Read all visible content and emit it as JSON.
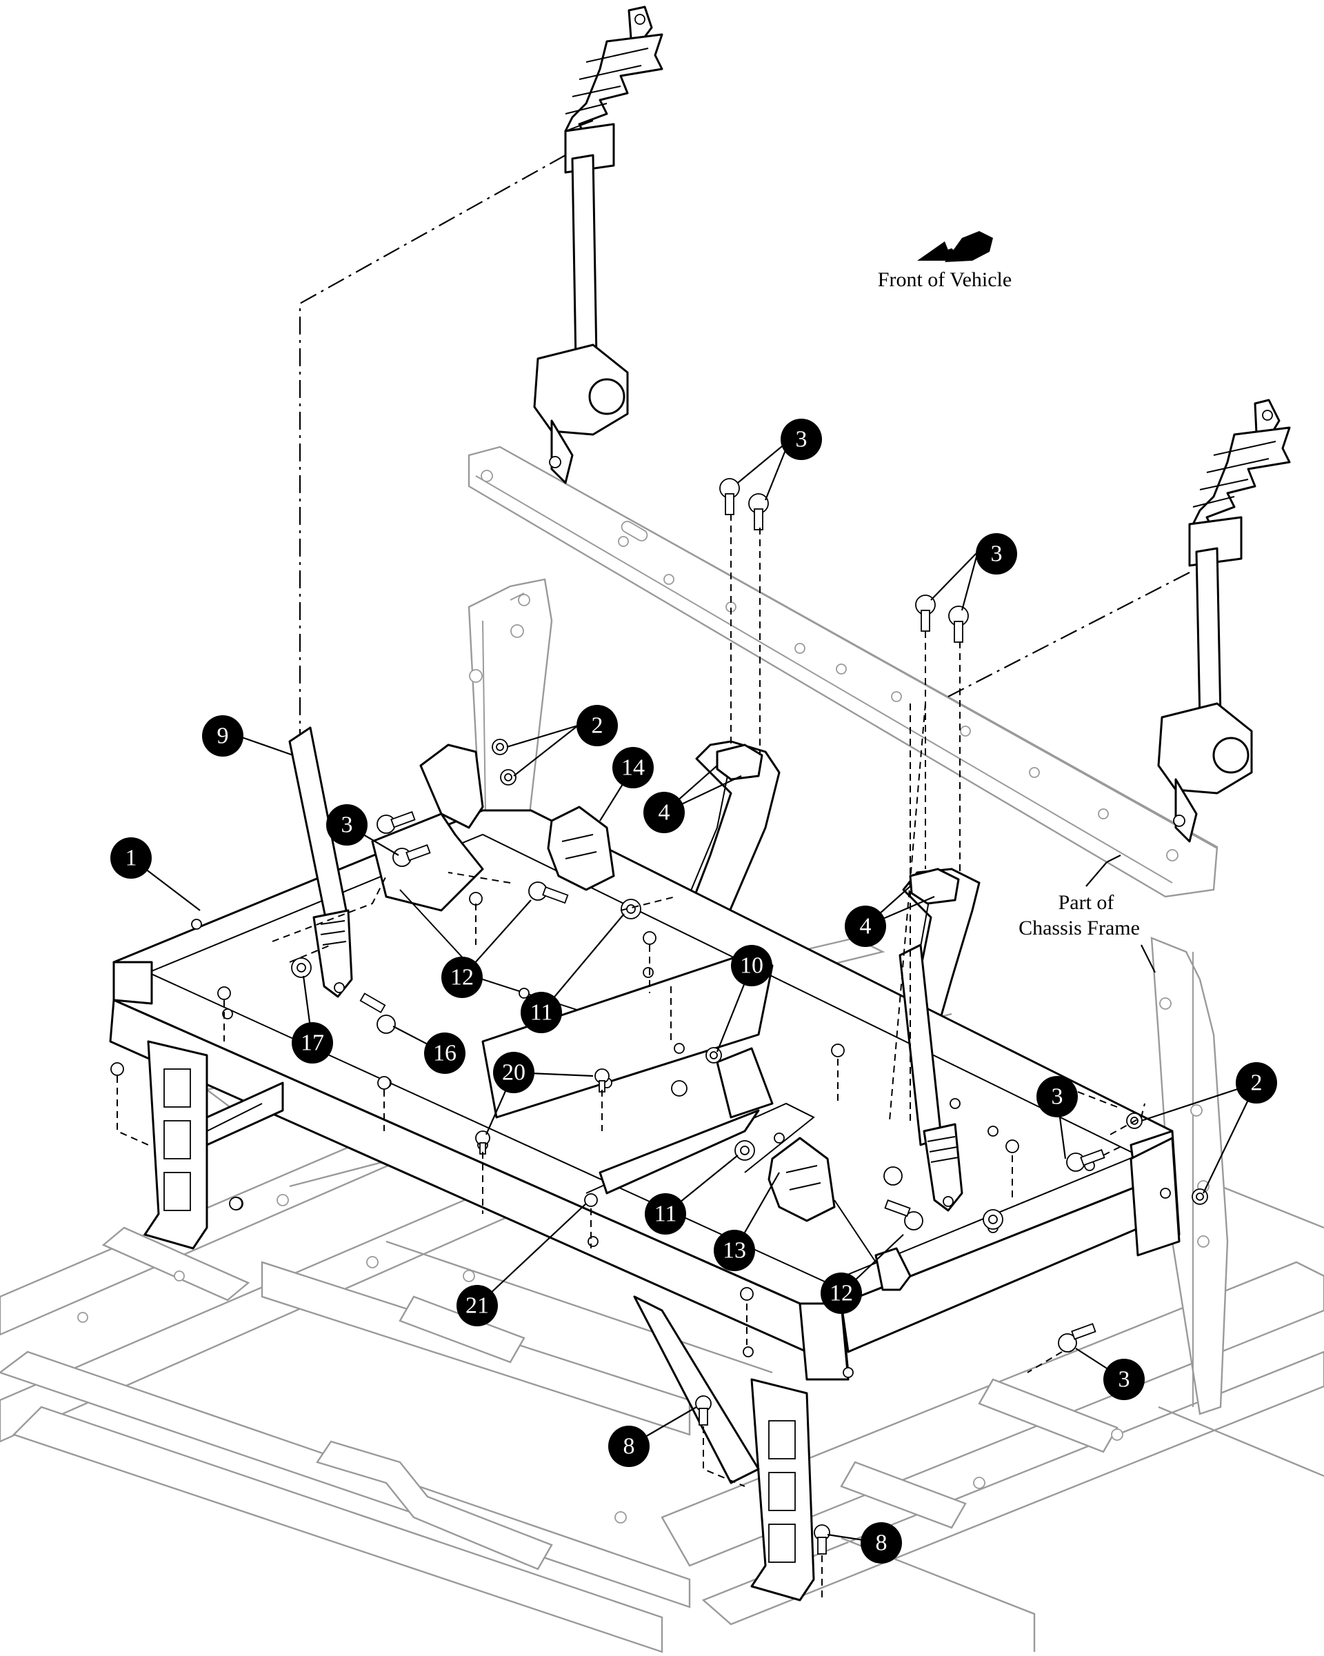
{
  "labels": {
    "front_of_vehicle": "Front of Vehicle",
    "chassis_frame_line1": "Part of",
    "chassis_frame_line2": "Chassis Frame"
  },
  "callouts": [
    {
      "id": "c-3-top",
      "num": "3"
    },
    {
      "id": "c-3-mid",
      "num": "3"
    },
    {
      "id": "c-9",
      "num": "9"
    },
    {
      "id": "c-2-left",
      "num": "2"
    },
    {
      "id": "c-14",
      "num": "14"
    },
    {
      "id": "c-3-left",
      "num": "3"
    },
    {
      "id": "c-4-left",
      "num": "4"
    },
    {
      "id": "c-1",
      "num": "1"
    },
    {
      "id": "c-4-right",
      "num": "4"
    },
    {
      "id": "c-12-left",
      "num": "12"
    },
    {
      "id": "c-10",
      "num": "10"
    },
    {
      "id": "c-11-left",
      "num": "11"
    },
    {
      "id": "c-17",
      "num": "17"
    },
    {
      "id": "c-16",
      "num": "16"
    },
    {
      "id": "c-20",
      "num": "20"
    },
    {
      "id": "c-3-right",
      "num": "3"
    },
    {
      "id": "c-2-right",
      "num": "2"
    },
    {
      "id": "c-11-mid",
      "num": "11"
    },
    {
      "id": "c-13",
      "num": "13"
    },
    {
      "id": "c-12-right",
      "num": "12"
    },
    {
      "id": "c-21",
      "num": "21"
    },
    {
      "id": "c-3-bottom",
      "num": "3"
    },
    {
      "id": "c-8-left",
      "num": "8"
    },
    {
      "id": "c-8-right",
      "num": "8"
    }
  ]
}
